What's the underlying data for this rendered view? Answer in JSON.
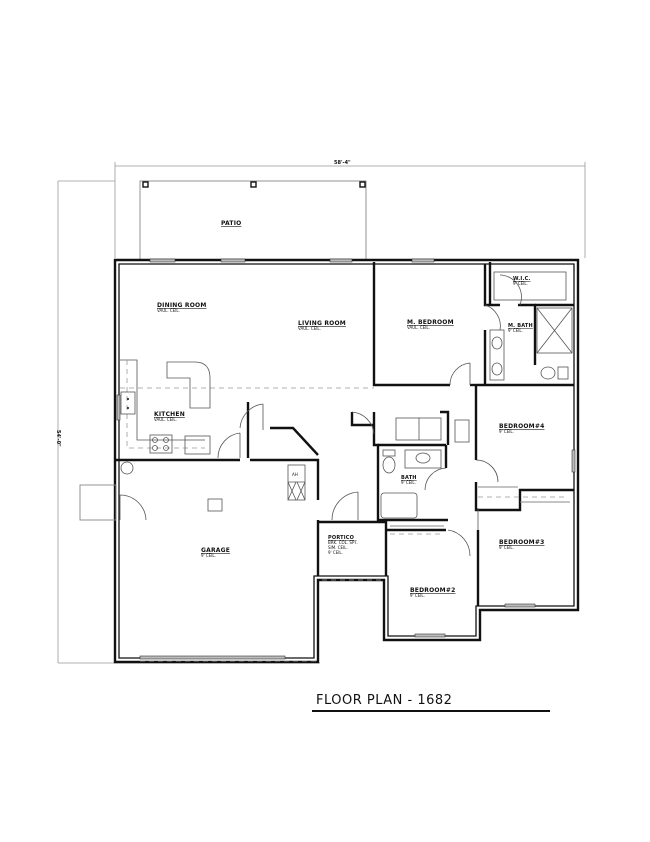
{
  "plan": {
    "title": "FLOOR PLAN - 1682",
    "overall_width_dim": "58'-4\"",
    "overall_depth_dim": "54'-0\"",
    "colors": {
      "line": "#111111",
      "thin": "#888888",
      "background": "#ffffff",
      "window_fill": "#bbbbbb"
    }
  },
  "rooms": {
    "patio": {
      "name": "PATIO"
    },
    "dining": {
      "name": "DINING ROOM",
      "sub": "VAUL. CEIL."
    },
    "living": {
      "name": "LIVING ROOM",
      "sub": "VAUL. CEIL."
    },
    "kitchen": {
      "name": "KITCHEN",
      "sub": "VAUL. CEIL."
    },
    "master_bedroom": {
      "name": "M. BEDROOM",
      "sub": "VAUL. CEIL."
    },
    "wic": {
      "name": "W.I.C.",
      "sub": "9' CEIL."
    },
    "master_bath": {
      "name": "M. BATH",
      "sub": "9' CEIL."
    },
    "bedroom4": {
      "name": "BEDROOM#4",
      "sub": "9' CEIL."
    },
    "bath": {
      "name": "BATH",
      "sub": "9' CEIL."
    },
    "bedroom3": {
      "name": "BEDROOM#3",
      "sub": "9' CEIL."
    },
    "bedroom2": {
      "name": "BEDROOM#2",
      "sub": "9' CEIL."
    },
    "portico": {
      "name": "PORTICO",
      "sub1": "BRK. COL. SPT.",
      "sub2": "SIM. CEIL.",
      "sub3": "9' CEIL."
    },
    "garage": {
      "name": "GARAGE",
      "sub": "9' CEIL."
    }
  },
  "equipment": {
    "air_handler": "AH"
  }
}
